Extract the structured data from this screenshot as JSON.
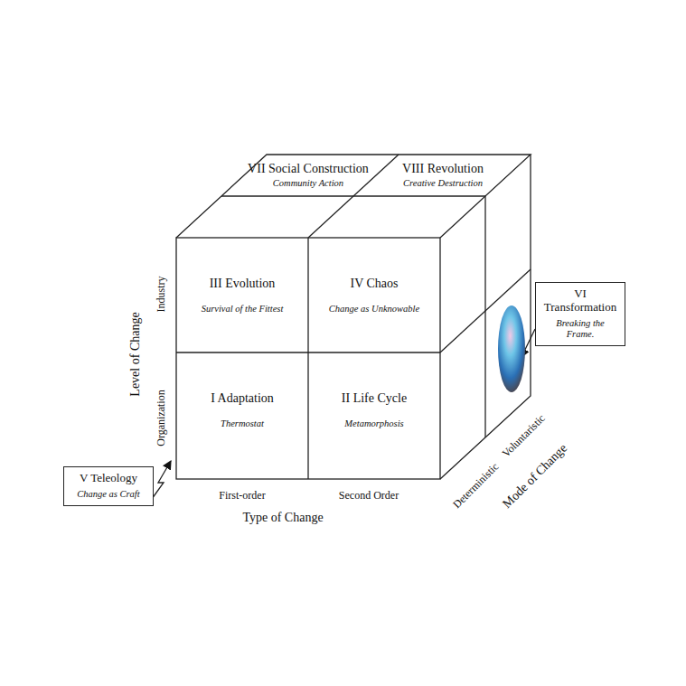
{
  "diagram": {
    "nodes": [
      {
        "text": [
          "VII Social Construction",
          "Community Action"
        ]
      },
      {
        "text": [
          "VIII Revolution",
          "Creative Destruction"
        ]
      },
      {
        "text": [
          "III Evolution",
          "Survival of the Fittest"
        ]
      },
      {
        "text": [
          "IV Chaos",
          "Change as Unknowable"
        ]
      },
      {
        "text": [
          "VI Transformation",
          "Breaking the Frame."
        ]
      },
      {
        "text": [
          "I Adaptation",
          "Thermostat"
        ]
      },
      {
        "text": [
          "II Life Cycle",
          "Metamorphosis"
        ]
      },
      {
        "text": [
          "V Teleology",
          "Change as Craft"
        ]
      }
    ],
    "labels": [
      "Industry",
      "Organization",
      "Level of Change",
      "First-order",
      "Second Order",
      "Type of Change",
      "Deterministic",
      "Voluntaristic",
      "Mode of Change"
    ]
  }
}
